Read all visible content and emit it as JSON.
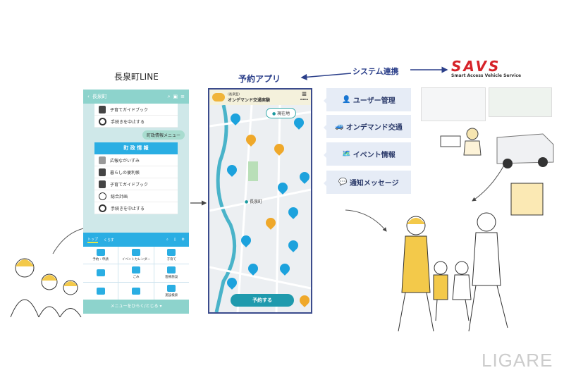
{
  "labels": {
    "line": "長泉町LINE",
    "app": "予約アプリ",
    "sync": "システム連携"
  },
  "line": {
    "header": "長泉町",
    "card1": [
      "子育てガイドブック",
      "手続きを中止する"
    ],
    "bubble": "町政情報メニュー",
    "card2_title": "町 政 情 報",
    "card2": [
      "広報ながいずみ",
      "暮らしの便利帳",
      "子育てガイドブック",
      "総合計画",
      "手続きを中止する"
    ],
    "tabs": [
      "トップ",
      "くらす"
    ],
    "grid": [
      "予約・申請",
      "イベントカレンダー",
      "子育て",
      "",
      "ごみ",
      "医療施設",
      "",
      "",
      "施設検索"
    ],
    "footer": "メニューをひらく/とじる ▾"
  },
  "app": {
    "subtitle": "(長泉型)",
    "title": "オンデマンド交通実験",
    "menu": "menu",
    "current": "現在地",
    "town": "長泉町",
    "book": "予約する"
  },
  "features": [
    {
      "icon": "👤",
      "label": "ユーザー管理"
    },
    {
      "icon": "🚙",
      "label": "オンデマンド交通"
    },
    {
      "icon": "🗺️",
      "label": "イベント情報"
    },
    {
      "icon": "💬",
      "label": "通知メッセージ"
    }
  ],
  "savs": {
    "logo": "SAVS",
    "subtitle": "Smart Access Vehicle Service"
  },
  "watermark": "LIGARE"
}
